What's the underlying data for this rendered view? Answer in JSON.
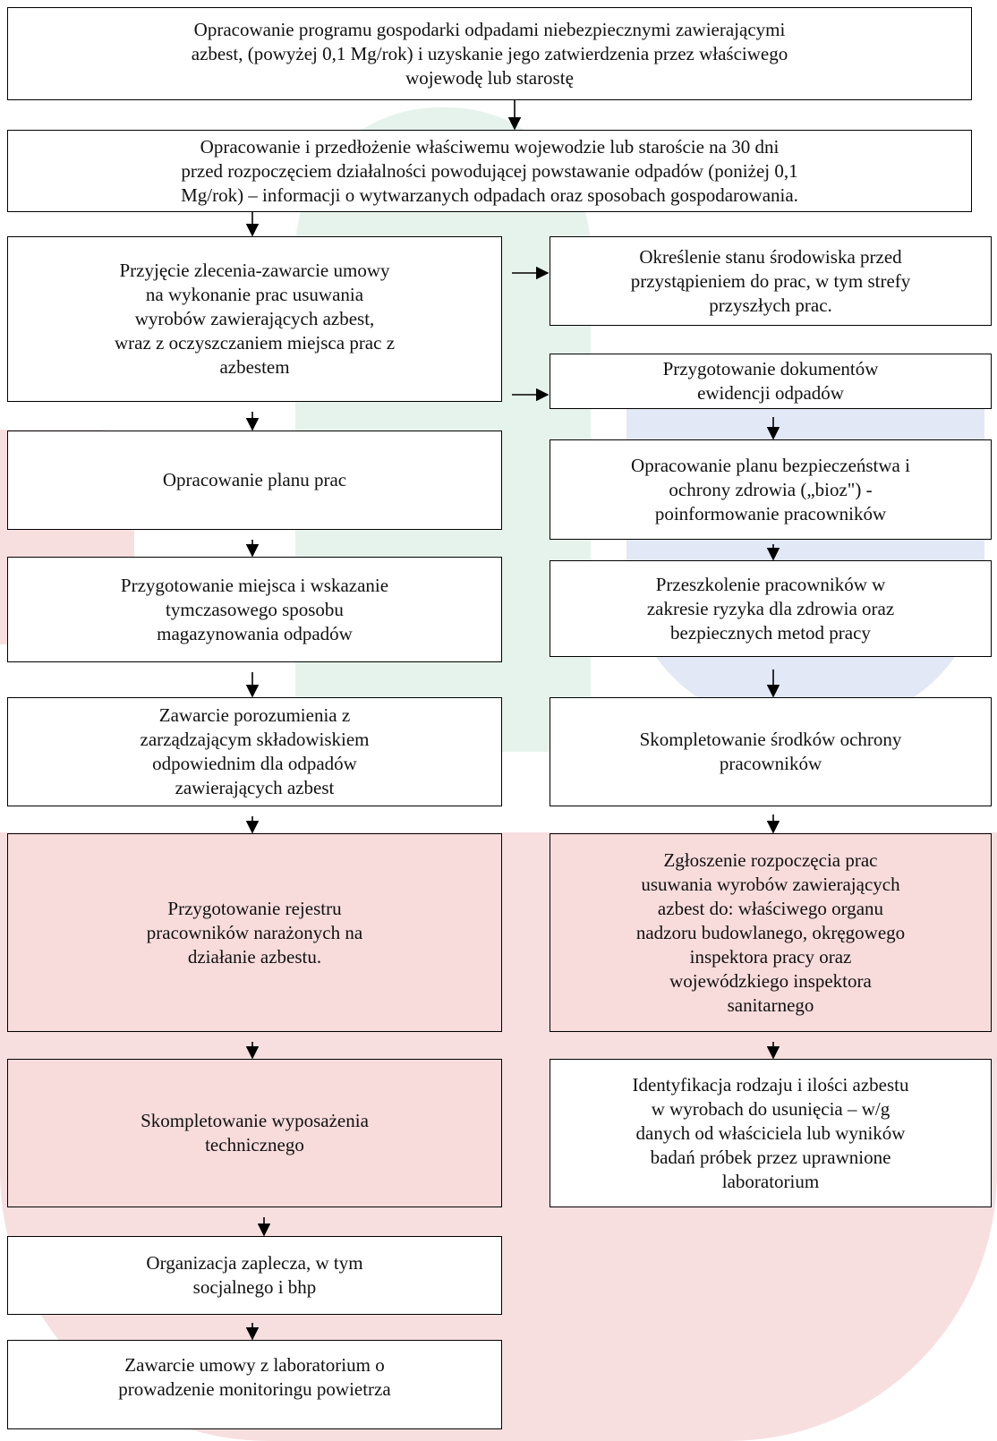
{
  "colors": {
    "box_fill": "#ffffff",
    "highlight_fill": "#f8dcdc",
    "border": "#000000"
  },
  "steps": {
    "program": "Opracowanie programu gospodarki odpadami niebezpiecznymi zawierającymi\nazbest, (powyżej 0,1 Mg/rok) i uzyskanie jego zatwierdzenia przez właściwego\nwojewodę lub starostę",
    "information": "Opracowanie i przedłożenie właściwemu wojewodzie lub staroście na 30 dni\nprzed rozpoczęciem działalności powodującej powstawanie odpadów (poniżej 0,1\nMg/rok) – informacji o wytwarzanych odpadach oraz sposobach gospodarowania.",
    "order": "Przyjęcie zlecenia-zawarcie umowy\nna wykonanie prac usuwania\nwyrobów zawierających azbest,\nwraz z oczyszczaniem miejsca prac z\nazbestem",
    "environment": "Określenie stanu środowiska przed\nprzystąpieniem do prac, w tym strefy\nprzyszłych prac.",
    "documents": "Przygotowanie dokumentów\newidencji odpadów",
    "work_plan": "Opracowanie planu prac",
    "bioz": "Opracowanie planu bezpieczeństwa i\nochrony zdrowia („bioz\") -\npoinformowanie pracowników",
    "storage": "Przygotowanie miejsca i wskazanie\ntymczasowego sposobu\nmagazynowania odpadów",
    "training": "Przeszkolenie pracowników w\nzakresie ryzyka dla zdrowia oraz\nbezpiecznych metod pracy",
    "landfill": "Zawarcie porozumienia z\nzarządzającym składowiskiem\nodpowiednim dla odpadów\nzawierających azbest",
    "protection": "Skompletowanie środków ochrony\npracowników",
    "register": "Przygotowanie rejestru\npracowników narażonych na\ndziałanie azbestu.",
    "notification": "Zgłoszenie rozpoczęcia prac\nusuwania wyrobów zawierających\nazbest do: właściwego organu\nnadzoru budowlanego, okręgowego\ninspektora pracy oraz\nwojewódzkiego inspektora\nsanitarnego",
    "equipment": "Skompletowanie wyposażenia\ntechnicznego",
    "identification": "Identyfikacja rodzaju i ilości azbestu\nw wyrobach do usunięcia – w/g\ndanych od właściciela lub wyników\nbadań próbek przez uprawnione\nlaboratorium",
    "facilities": "Organizacja zaplecza, w tym\nsocjalnego i bhp",
    "monitoring": "Zawarcie umowy z laboratorium o\nprowadzenie monitoringu powietrza"
  }
}
